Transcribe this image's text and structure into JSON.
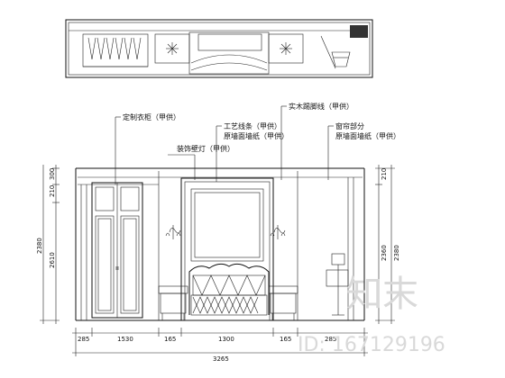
{
  "annotations": {
    "custom_wardrobe": "定制衣柜（甲供）",
    "solid_wood_molding": "实木踢脚线（甲供）",
    "line_strip": "工艺线条（甲供）",
    "wallpaper_center": "原墙面墙纸（甲供）",
    "sconce": "装饰壁灯（甲供）",
    "curtain_section": "窗帘部分",
    "wallpaper_right": "原墙面墙纸（甲供）"
  },
  "dimensions": {
    "bottom": [
      "285",
      "1530",
      "165",
      "1300",
      "165",
      "285"
    ],
    "bottom_total": "3265",
    "left": [
      "300",
      "210",
      "2610"
    ],
    "left_total": "2380",
    "right": [
      "210",
      "2360"
    ],
    "right_total": "2380"
  },
  "watermark": {
    "logo_text": "知末",
    "id_text": "ID: 167129196"
  }
}
